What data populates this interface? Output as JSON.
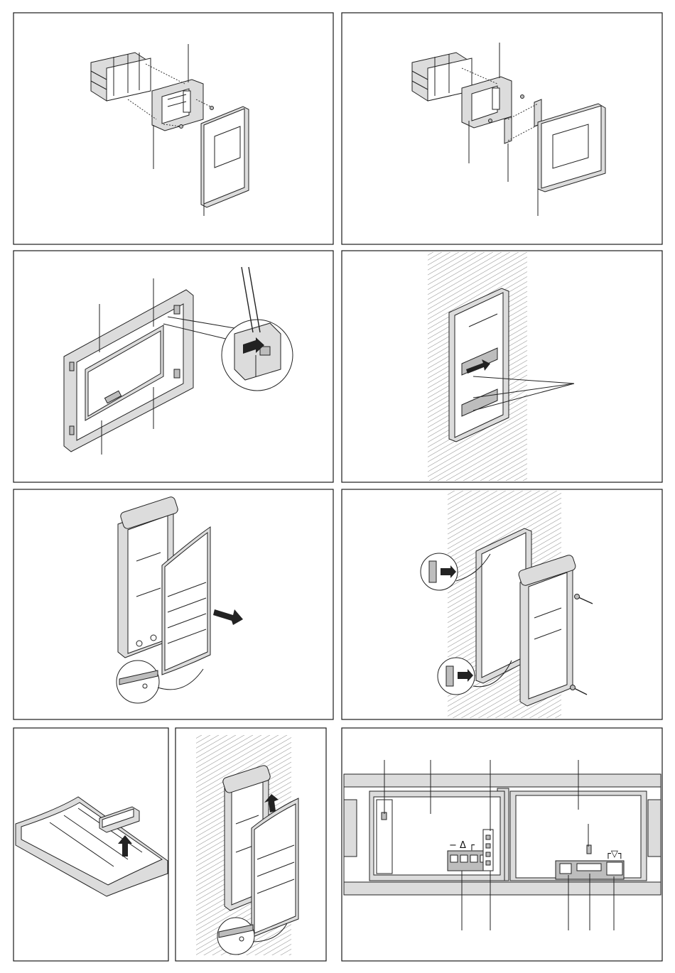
{
  "figures": [
    {
      "id": "fig-box-frame-cover-assembly"
    },
    {
      "id": "fig-box-frame-adapter-cover-assembly"
    },
    {
      "id": "fig-mounting-frame-tab-release"
    },
    {
      "id": "fig-flush-box-in-wall"
    },
    {
      "id": "fig-front-cover-removal"
    },
    {
      "id": "fig-wall-box-module-screws"
    },
    {
      "id": "fig-label-insert"
    },
    {
      "id": "fig-cover-refit-on-wall"
    },
    {
      "id": "fig-circuit-board-terminals"
    }
  ],
  "terminal_symbols": {
    "audio_group": "− Δ ┌",
    "relay_group": "┌▽┐"
  }
}
